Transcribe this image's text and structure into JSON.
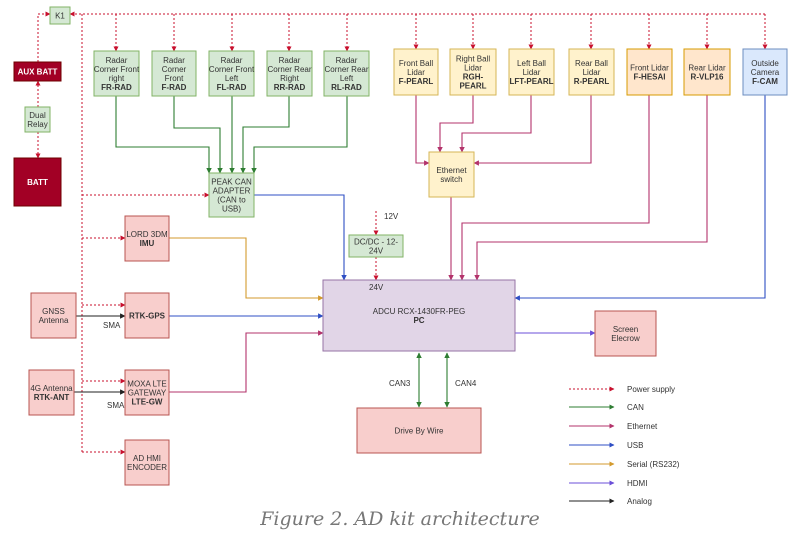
{
  "caption": "Figure 2. AD kit architecture",
  "colors": {
    "power": "#c8102e",
    "can": "#2e7d32",
    "ethernet": "#b3336b",
    "usb": "#2f4fc4",
    "serial": "#d39a2e",
    "hdmi": "#6b4fd8",
    "analog": "#222222"
  },
  "nodes": [
    {
      "id": "k1",
      "lines": [
        {
          "t": "K1"
        }
      ]
    },
    {
      "id": "aux_batt",
      "lines": [
        {
          "t": "AUX BATT",
          "b": true
        }
      ]
    },
    {
      "id": "dual_relay",
      "lines": [
        {
          "t": "Dual"
        },
        {
          "t": "Relay"
        }
      ]
    },
    {
      "id": "batt",
      "lines": [
        {
          "t": "BATT",
          "b": true
        }
      ]
    },
    {
      "id": "fr_rad",
      "lines": [
        {
          "t": "Radar"
        },
        {
          "t": "Corner Front"
        },
        {
          "t": "right"
        },
        {
          "t": "FR-RAD",
          "b": true
        }
      ]
    },
    {
      "id": "f_rad",
      "lines": [
        {
          "t": "Radar"
        },
        {
          "t": "Corner"
        },
        {
          "t": "Front"
        },
        {
          "t": "F-RAD",
          "b": true
        }
      ]
    },
    {
      "id": "fl_rad",
      "lines": [
        {
          "t": "Radar"
        },
        {
          "t": "Corner Front"
        },
        {
          "t": "Left"
        },
        {
          "t": "FL-RAD",
          "b": true
        }
      ]
    },
    {
      "id": "rr_rad",
      "lines": [
        {
          "t": "Radar"
        },
        {
          "t": "Corner Rear"
        },
        {
          "t": "Right"
        },
        {
          "t": "RR-RAD",
          "b": true
        }
      ]
    },
    {
      "id": "rl_rad",
      "lines": [
        {
          "t": "Radar"
        },
        {
          "t": "Corner Rear"
        },
        {
          "t": "Left"
        },
        {
          "t": "RL-RAD",
          "b": true
        }
      ]
    },
    {
      "id": "f_pearl",
      "lines": [
        {
          "t": "Front Ball"
        },
        {
          "t": "Lidar"
        },
        {
          "t": "F-PEARL",
          "b": true
        }
      ]
    },
    {
      "id": "rgh_pearl",
      "lines": [
        {
          "t": "Right Ball"
        },
        {
          "t": "Lidar"
        },
        {
          "t": "RGH-",
          "b": true
        },
        {
          "t": "PEARL",
          "b": true
        }
      ]
    },
    {
      "id": "lft_pearl",
      "lines": [
        {
          "t": "Left Ball"
        },
        {
          "t": "Lidar"
        },
        {
          "t": "LFT-PEARL",
          "b": true
        }
      ]
    },
    {
      "id": "r_pearl",
      "lines": [
        {
          "t": "Rear Ball"
        },
        {
          "t": "Lidar"
        },
        {
          "t": "R-PEARL",
          "b": true
        }
      ]
    },
    {
      "id": "f_hesai",
      "lines": [
        {
          "t": "Front Lidar"
        },
        {
          "t": "F-HESAI",
          "b": true
        }
      ]
    },
    {
      "id": "r_vlp16",
      "lines": [
        {
          "t": "Rear Lidar"
        },
        {
          "t": "R-VLP16",
          "b": true
        }
      ]
    },
    {
      "id": "f_cam",
      "lines": [
        {
          "t": "Outside"
        },
        {
          "t": "Camera"
        },
        {
          "t": "F-CAM",
          "b": true
        }
      ]
    },
    {
      "id": "eth_switch",
      "lines": [
        {
          "t": "Ethernet"
        },
        {
          "t": "switch"
        }
      ]
    },
    {
      "id": "peak_can",
      "lines": [
        {
          "t": "PEAK CAN"
        },
        {
          "t": "ADAPTER"
        },
        {
          "t": "(CAN to"
        },
        {
          "t": "USB)"
        }
      ]
    },
    {
      "id": "imu",
      "lines": [
        {
          "t": "LORD 3DM"
        },
        {
          "t": "IMU",
          "b": true
        }
      ]
    },
    {
      "id": "gnss",
      "lines": [
        {
          "t": "GNSS"
        },
        {
          "t": "Antenna"
        }
      ]
    },
    {
      "id": "rtk_gps",
      "lines": [
        {
          "t": "RTK-GPS",
          "b": true
        }
      ]
    },
    {
      "id": "ant_4g",
      "lines": [
        {
          "t": "4G Antenna"
        },
        {
          "t": "RTK-ANT",
          "b": true
        }
      ]
    },
    {
      "id": "lte_gw",
      "lines": [
        {
          "t": "MOXA LTE"
        },
        {
          "t": "GATEWAY"
        },
        {
          "t": "LTE-GW",
          "b": true
        }
      ]
    },
    {
      "id": "hmi",
      "lines": [
        {
          "t": "AD HMI"
        },
        {
          "t": "ENCODER"
        }
      ]
    },
    {
      "id": "dcdc",
      "lines": [
        {
          "t": "DC/DC - 12-"
        },
        {
          "t": "24V"
        }
      ]
    },
    {
      "id": "adcu",
      "lines": [
        {
          "t": "ADCU RCX-1430FR-PEG"
        },
        {
          "t": "PC",
          "b": true
        }
      ]
    },
    {
      "id": "screen",
      "lines": [
        {
          "t": "Screen"
        },
        {
          "t": "Elecrow"
        }
      ]
    },
    {
      "id": "dbw",
      "lines": [
        {
          "t": "Drive By Wire"
        }
      ]
    }
  ],
  "edge_labels": {
    "v12": "12V",
    "v24": "24V",
    "sma_gnss": "SMA",
    "sma_4g": "SMA",
    "can3": "CAN3",
    "can4": "CAN4"
  },
  "legend": [
    {
      "type": "power",
      "label": "Power supply"
    },
    {
      "type": "can",
      "label": "CAN"
    },
    {
      "type": "ethernet",
      "label": "Ethernet"
    },
    {
      "type": "usb",
      "label": "USB"
    },
    {
      "type": "serial",
      "label": "Serial (RS232)"
    },
    {
      "type": "hdmi",
      "label": "HDMI"
    },
    {
      "type": "analog",
      "label": "Analog"
    }
  ]
}
